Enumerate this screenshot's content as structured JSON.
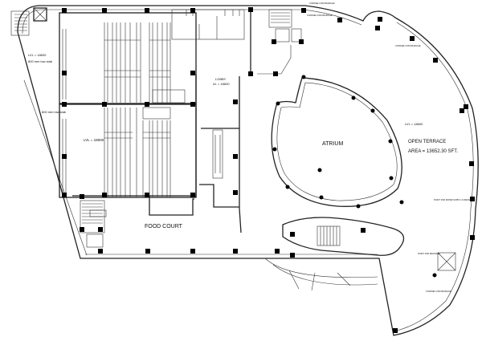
{
  "plan": {
    "labels": {
      "lvl_left_top": "LVL = 18600",
      "slab_left_top": "800 mm low slab",
      "slab_left_mid": "800 mm low slab",
      "lvl_left_mid": "LVL = 18600",
      "lobby": "LOBBY",
      "lobby_lvl": "lvl. = 18600",
      "atrium": "ATRIUM",
      "lvl_terrace": "LVL = 18600",
      "open_terrace": "OPEN TERRACE",
      "terrace_area": "AREA = 13652.30 SFT.",
      "food_court": "FOOD COURT",
      "channel_drainage_1": "CHANNEL FOR DRAINAGE",
      "channel_drainage_2": "CHANNEL FOR DRAINAGE",
      "channel_drainage_3": "CHANNEL FOR DRAINAGE",
      "shaft_water": "SHAFT FOR WATER SUPPLY & DRAINAGE",
      "shaft_drainage": "SHAFT FOR DRAINAGE"
    },
    "colors": {
      "line": "#222222",
      "column": "#000000",
      "background": "#ffffff"
    }
  }
}
